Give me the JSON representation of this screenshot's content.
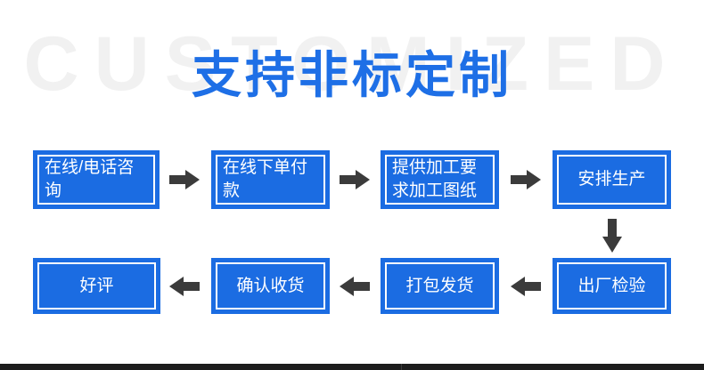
{
  "header": {
    "watermark": "CUSTOMIZED",
    "title": "支持非标定制",
    "title_color": "#1e6fe6",
    "watermark_color": "#f1f1f1"
  },
  "flow": {
    "box_fill": "#1b6ce2",
    "box_border": "#ffffff",
    "arrow_color": "#3b3b3b",
    "steps": [
      {
        "id": "step-1",
        "label": "在线/电话咨询",
        "row": 1,
        "order": 1,
        "align": "left"
      },
      {
        "id": "step-2",
        "label": "在线下单付款",
        "row": 1,
        "order": 2,
        "align": "left"
      },
      {
        "id": "step-3",
        "label": "提供加工要求加工图纸",
        "row": 1,
        "order": 3,
        "align": "left"
      },
      {
        "id": "step-4",
        "label": "安排生产",
        "row": 1,
        "order": 4,
        "align": "center"
      },
      {
        "id": "step-5",
        "label": "出厂检验",
        "row": 2,
        "order": 5,
        "align": "center"
      },
      {
        "id": "step-6",
        "label": "打包发货",
        "row": 2,
        "order": 6,
        "align": "center"
      },
      {
        "id": "step-7",
        "label": "确认收货",
        "row": 2,
        "order": 7,
        "align": "center"
      },
      {
        "id": "step-8",
        "label": "好评",
        "row": 2,
        "order": 8,
        "align": "center"
      }
    ],
    "connectors": [
      {
        "id": "arrow-1-2",
        "direction": "right"
      },
      {
        "id": "arrow-2-3",
        "direction": "right"
      },
      {
        "id": "arrow-3-4",
        "direction": "right"
      },
      {
        "id": "arrow-4-5",
        "direction": "down"
      },
      {
        "id": "arrow-5-6",
        "direction": "left"
      },
      {
        "id": "arrow-6-7",
        "direction": "left"
      },
      {
        "id": "arrow-7-8",
        "direction": "left"
      }
    ]
  }
}
